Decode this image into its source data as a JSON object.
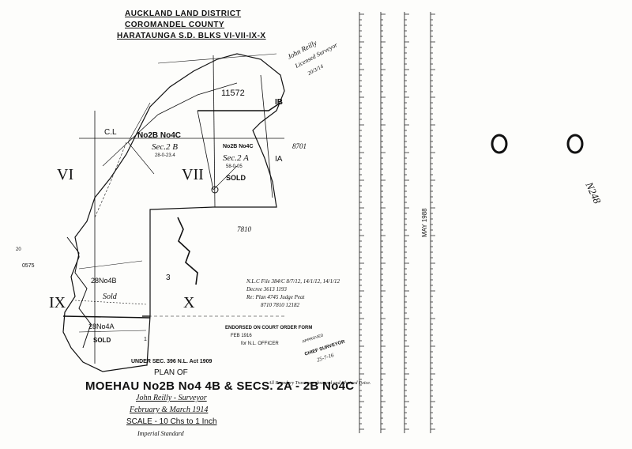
{
  "header": {
    "line1": "AUCKLAND LAND DISTRICT",
    "line2": "COROMANDEL COUNTY",
    "line3": "HARATAUNGA S.D. BLKS VI-VII-IX-X"
  },
  "blocks": {
    "vi": "VI",
    "vii": "VII",
    "ix": "IX",
    "x": "X"
  },
  "map_labels": {
    "block_11572": "11572",
    "ib": "IB",
    "ia": "IA",
    "n8701": "8701",
    "n7810": "7810",
    "cl": "C.L",
    "sec2b_no": "No2B No4C",
    "sec2b": "Sec.2 B",
    "sec2b_area": "28-0-23.4",
    "sec2a_no": "No2B No4C",
    "sec2a": "Sec.2 A",
    "sec2a_area": "58-0-05",
    "sold_upper": "SOLD",
    "three": "3",
    "n0575": "0575",
    "n28no4b": "28No4B",
    "sold_mid": "Sold",
    "n28no4a": "28No4A",
    "sold_lower": "SOLD",
    "n1": "1",
    "n20": "20"
  },
  "notes": {
    "nlc_file_1": "N.L.C File 384/C 8/7/12, 14/1/12, 14/1/12",
    "nlc_file_2": "Decree 3613 1193",
    "nlc_file_3": "Re: Plan 4745 Judge Peat",
    "nlc_file_4": "8710 7810 12182",
    "endorsed": "ENDORSED ON COURT ORDER FORM",
    "endorsed_date": "FEB 1916",
    "endorsed_sig": "for N.L. OFFICER",
    "approved": "APPROVED",
    "chief_surveyor": "CHIEF SURVEYOR",
    "chief_date": "25-7-16",
    "under_sec": "UNDER SEC. 396 N.L. Act 1909",
    "traverses": "All Boundary Traverses observed and Chained Twice."
  },
  "title": {
    "plan_of": "PLAN OF",
    "main": "MOEHAU No2B No4 4B & SECS. 2A - 2B No4C",
    "surveyor": "John Reilly - Surveyor",
    "date": "February & March 1914",
    "scale": "SCALE - 10 Chs to 1 Inch",
    "standard": "Imperial Standard"
  },
  "signature": {
    "line1": "John Reilly",
    "line2": "Licensed Surveyor",
    "line3": "20/3/14"
  },
  "stamp": {
    "date": "MAY 1988"
  },
  "archive_ref": "N248"
}
